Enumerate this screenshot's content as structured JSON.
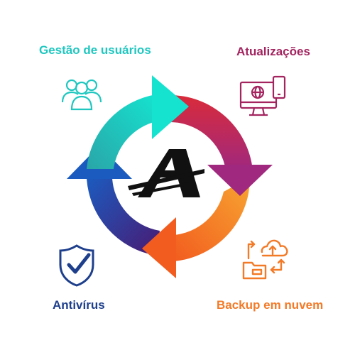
{
  "labels": {
    "user_management": "Gestão de usuários",
    "updates": "Atualizações",
    "antivirus": "Antivírus",
    "cloud_backup": "Backup em nuvem"
  },
  "colors": {
    "teal": "#1fc7c0",
    "magenta": "#a3245f",
    "navy": "#1e3f8c",
    "orange": "#f37a27",
    "logo": "#111111"
  },
  "icons": {
    "user_management": "users-group-icon",
    "updates": "desktop-globe-phone-icon",
    "antivirus": "shield-check-icon",
    "cloud_backup": "cloud-folder-sync-icon",
    "center": "a-logo-icon"
  }
}
